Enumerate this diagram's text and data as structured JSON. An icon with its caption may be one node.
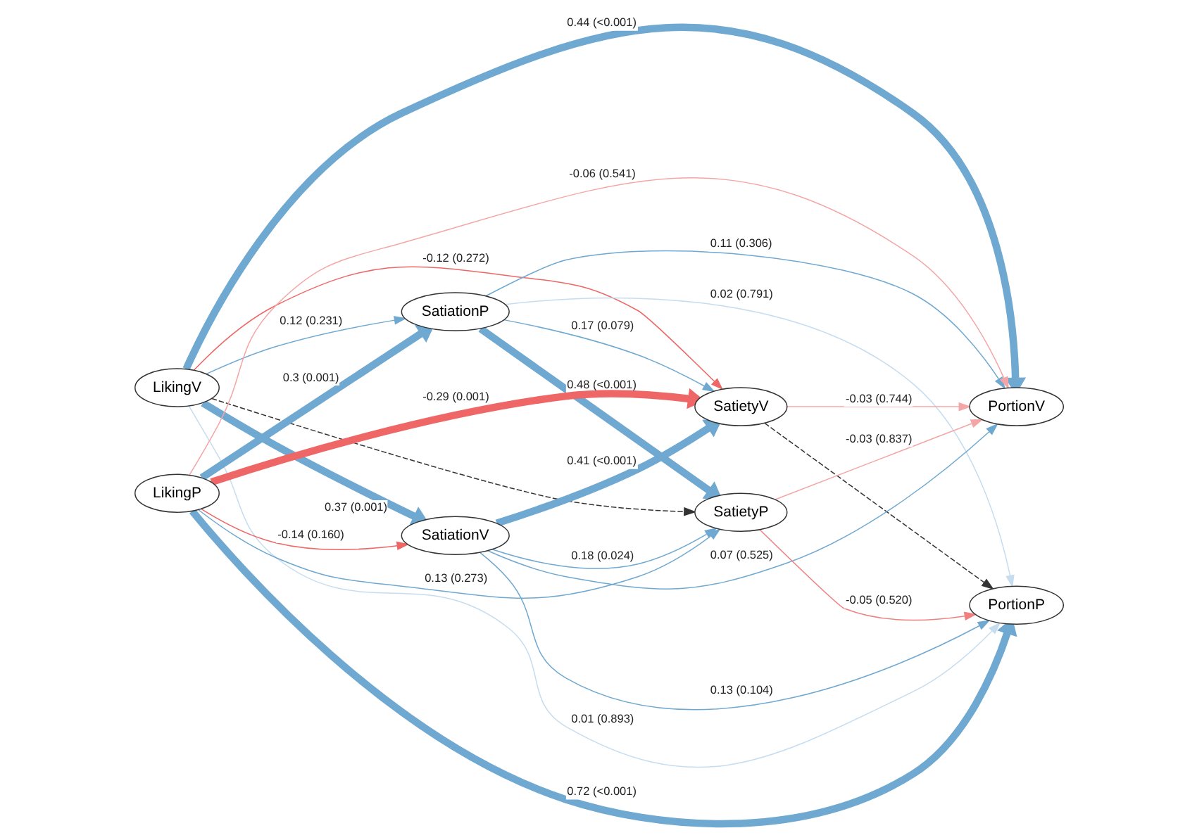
{
  "diagram": {
    "nodes": [
      {
        "text": [
          "LikingV"
        ]
      },
      {
        "text": [
          "SatiationP"
        ]
      },
      {
        "text": [
          "SatietyV"
        ]
      },
      {
        "text": [
          "PortionV"
        ]
      },
      {
        "text": [
          "LikingP"
        ]
      },
      {
        "text": [
          "SatiationV"
        ]
      },
      {
        "text": [
          "SatietyP"
        ]
      },
      {
        "text": [
          "PortionP"
        ]
      }
    ],
    "edges": [
      {
        "from": 0,
        "to": 3,
        "arrow": "to",
        "label": "0.44 (<0.001)",
        "style": "thick"
      },
      {
        "from": 4,
        "to": 3,
        "arrow": "to",
        "label": "-0.06 (0.541)",
        "color": "#f4a6a6"
      },
      {
        "from": 0,
        "to": 2,
        "arrow": "to",
        "label": "-0.12 (0.272)",
        "color": "#ee6666"
      },
      {
        "from": 0,
        "to": 1,
        "arrow": "to",
        "label": "0.12 (0.231)"
      },
      {
        "from": 1,
        "to": 3,
        "arrow": "to",
        "label": "0.11 (0.306)"
      },
      {
        "from": 1,
        "to": 7,
        "arrow": "to",
        "label": "0.02 (0.791)",
        "color": "#c6dcef"
      },
      {
        "from": 0,
        "to": 5,
        "arrow": "to",
        "label": "0.37 (0.001)",
        "style": "thick"
      },
      {
        "from": 4,
        "to": 1,
        "arrow": "to",
        "label": "0.3 (0.001)",
        "style": "thick"
      },
      {
        "from": 1,
        "to": 2,
        "arrow": "to",
        "label": "0.17 (0.079)"
      },
      {
        "from": 4,
        "to": 2,
        "arrow": "to",
        "label": "-0.29 (0.001)",
        "style": "thick",
        "color": "#ee6666"
      },
      {
        "from": 1,
        "to": 6,
        "arrow": "to",
        "label": "0.48 (<0.001)",
        "style": "thick"
      },
      {
        "from": 2,
        "to": 3,
        "arrow": "to",
        "label": "-0.03 (0.744)",
        "color": "#f4a6a6"
      },
      {
        "from": 6,
        "to": 3,
        "arrow": "to",
        "label": "-0.03 (0.837)",
        "color": "#f4a6a6"
      },
      {
        "from": 0,
        "to": 6,
        "arrow": "to",
        "style": "dashed",
        "color": "#333333"
      },
      {
        "from": 5,
        "to": 2,
        "arrow": "to",
        "label": "0.41 (<0.001)",
        "style": "thick"
      },
      {
        "from": 4,
        "to": 5,
        "arrow": "to",
        "label": "-0.14 (0.160)",
        "color": "#ee6666"
      },
      {
        "from": 5,
        "to": 6,
        "arrow": "to",
        "label": "0.18 (0.024)"
      },
      {
        "from": 5,
        "to": 3,
        "arrow": "to",
        "label": "0.07 (0.525)"
      },
      {
        "from": 4,
        "to": 6,
        "arrow": "to",
        "label": "0.13 (0.273)"
      },
      {
        "from": 6,
        "to": 7,
        "arrow": "to",
        "label": "-0.05 (0.520)",
        "color": "#f08080"
      },
      {
        "from": 2,
        "to": 7,
        "arrow": "to",
        "style": "dashed",
        "color": "#333333"
      },
      {
        "from": 5,
        "to": 7,
        "arrow": "to",
        "label": "0.13 (0.104)"
      },
      {
        "from": 0,
        "to": 7,
        "arrow": "to",
        "label": "0.01 (0.893)",
        "color": "#c6dcef"
      },
      {
        "from": 4,
        "to": 7,
        "arrow": "to",
        "label": "0.72 (<0.001)",
        "style": "thick"
      }
    ]
  }
}
